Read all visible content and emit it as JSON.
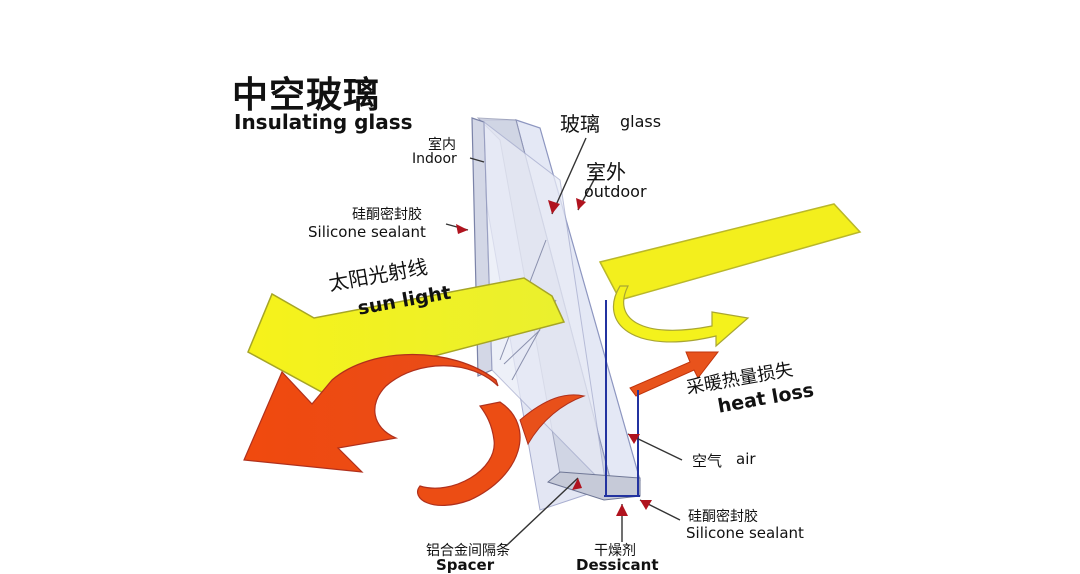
{
  "title": {
    "zh": "中空玻璃",
    "en": "Insulating glass"
  },
  "labels": {
    "glass_zh": "玻璃",
    "glass_en": "glass",
    "outdoor_zh": "室外",
    "outdoor_en": "outdoor",
    "indoor_zh": "室内",
    "indoor_en": "Indoor",
    "sealant_zh": "硅酮密封胶",
    "sealant_en": "Silicone sealant",
    "sunlight_zh": "太阳光射线",
    "sunlight_en": "sun light",
    "heatloss_zh": "采暖热量损失",
    "heatloss_en": "heat loss",
    "air_zh": "空气",
    "air_en": "air",
    "sealant2_zh": "硅酮密封胶",
    "sealant2_en": "Silicone sealant",
    "spacer_zh": "铝合金间隔条",
    "spacer_en": "Spacer",
    "desiccant_zh": "干燥剂",
    "desiccant_en": "Dessicant"
  },
  "colors": {
    "sun_fill": "#f3ef1d",
    "sun_stroke": "#b9b72a",
    "heat_fill": "#ee4a10",
    "heat_stroke": "#c0340b",
    "glass_fill": "#dfe3f2",
    "glass_edge": "#8d96c0",
    "spacer_blue": "#2333a0",
    "arrow_red": "#b0131e"
  }
}
